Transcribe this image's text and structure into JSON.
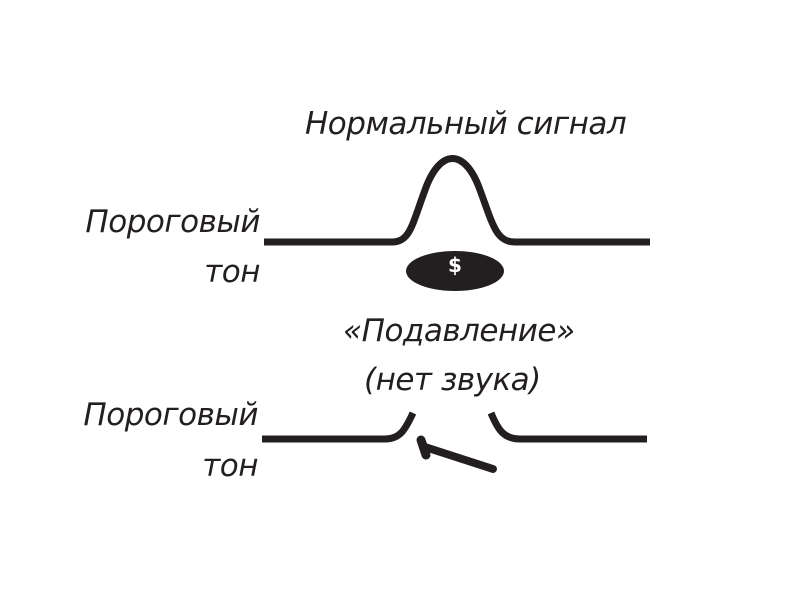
{
  "top": {
    "title": "Нормальный сигнал",
    "label_line1": "Пороговый",
    "label_line2": "тон",
    "coin_symbol": "$"
  },
  "bottom": {
    "title_line1": "«Подавление»",
    "title_line2": "(нет звука)",
    "label_line1": "Пороговый",
    "label_line2": "тон"
  },
  "colors": {
    "ink": "#231f20",
    "background": "#ffffff"
  }
}
